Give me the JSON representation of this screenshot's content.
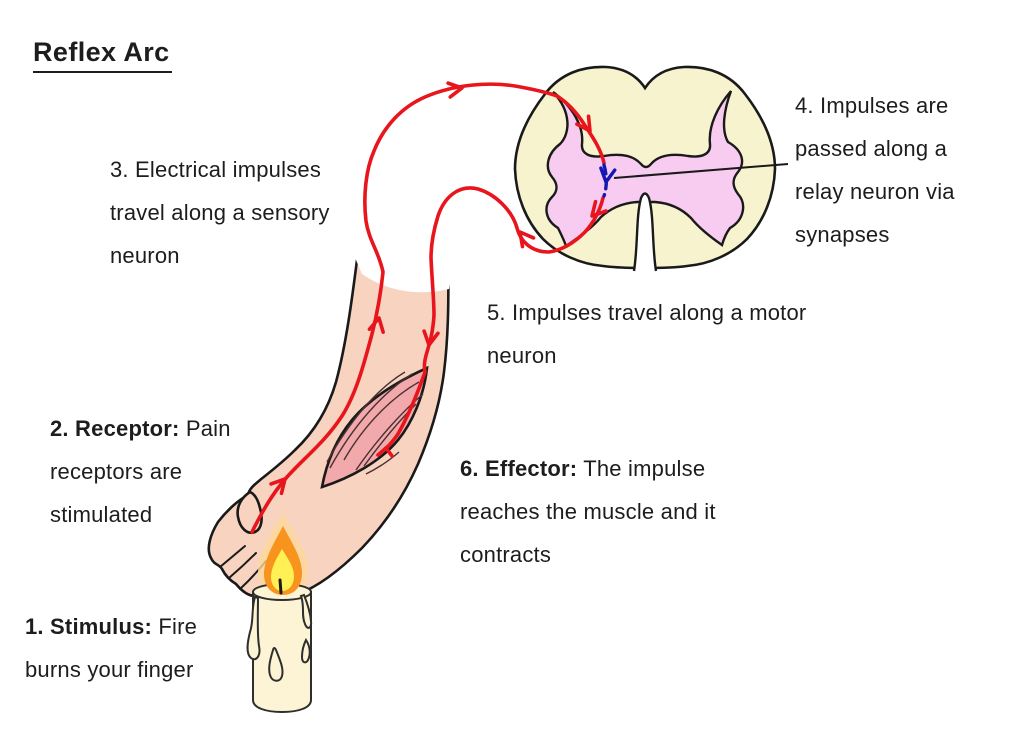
{
  "title": "Reflex Arc",
  "steps": {
    "s1": {
      "bold": "1. Stimulus:",
      "rest1": " Fire",
      "line2": "burns your finger"
    },
    "s2": {
      "bold": "2. Receptor:",
      "rest1": " Pain",
      "line2": "receptors are",
      "line3": "stimulated"
    },
    "s3": {
      "line1": "3. Electrical impulses",
      "line2": "travel along a sensory",
      "line3": "neuron"
    },
    "s4": {
      "line1": "4. Impulses are",
      "line2": "passed along a",
      "line3": "relay neuron via",
      "line4": "synapses"
    },
    "s5": {
      "line1": "5. Impulses travel along a motor",
      "line2": "neuron"
    },
    "s6": {
      "bold": "6. Effector:",
      "rest1": " The impulse",
      "line2": "reaches the muscle and it",
      "line3": "contracts"
    }
  },
  "colors": {
    "text": "#1d1d1d",
    "outline_black": "#1a1a1a",
    "neuron_red": "#e8151d",
    "relay_blue": "#1518b0",
    "cord_cream": "#f7f3cf",
    "gray_matter_pink": "#f8cbf1",
    "skin": "#f8d4c0",
    "muscle_pink": "#f2a9ac",
    "muscle_fiber": "#4a3030",
    "candle_cream": "#fcf4d5",
    "flame_orange": "#f8941e",
    "flame_yellow": "#fff154",
    "flame_halo": "#fcd79a"
  }
}
